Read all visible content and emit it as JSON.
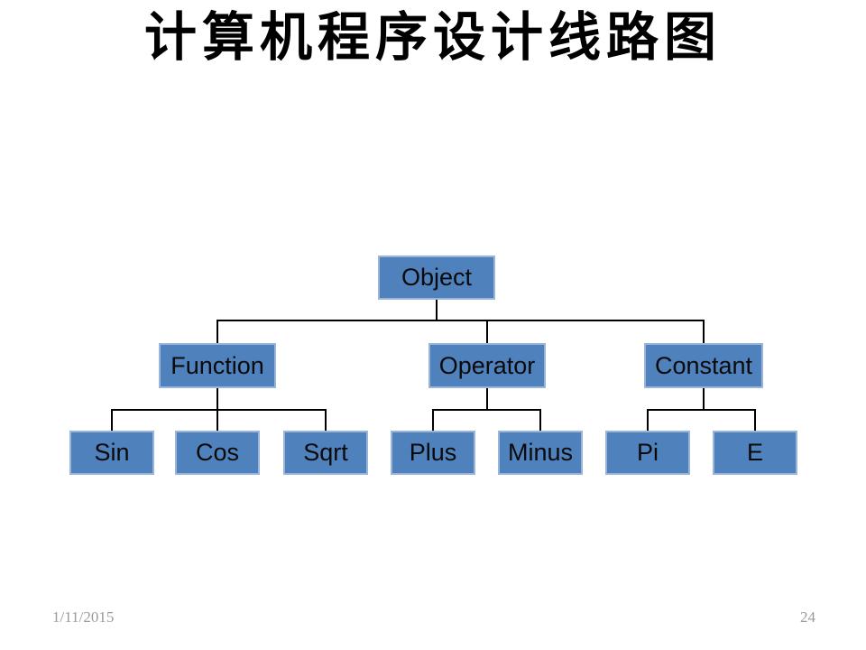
{
  "slide": {
    "title": "计算机程序设计线路图",
    "footer": {
      "date": "1/11/2015",
      "page_number": "24"
    }
  },
  "tree": {
    "root": {
      "label": "Object"
    },
    "branches": [
      {
        "label": "Function",
        "children": [
          {
            "label": "Sin"
          },
          {
            "label": "Cos"
          },
          {
            "label": "Sqrt"
          }
        ]
      },
      {
        "label": "Operator",
        "children": [
          {
            "label": "Plus"
          },
          {
            "label": "Minus"
          }
        ]
      },
      {
        "label": "Constant",
        "children": [
          {
            "label": "Pi"
          },
          {
            "label": "E"
          }
        ]
      }
    ]
  },
  "colors": {
    "node_fill": "#4f81bd",
    "node_border": "#9ab5d9",
    "node_text": "#0a0a0a",
    "connector": "#000000",
    "footer_text": "#9b9b9b",
    "title_text": "#000000",
    "background": "#ffffff"
  }
}
